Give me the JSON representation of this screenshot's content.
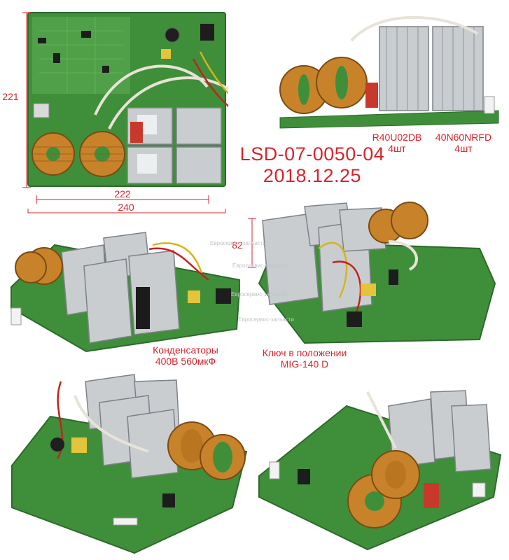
{
  "title": {
    "model": "LSD-07-0050-04",
    "date": "2018.12.25"
  },
  "dimensions": {
    "height": "221",
    "inner_width": "222",
    "outer_width": "240",
    "side_height": "82"
  },
  "transistors": [
    {
      "part": "R40U02DB",
      "qty": "4шт"
    },
    {
      "part": "40N60NRFD",
      "qty": "4шт"
    }
  ],
  "capacitors": {
    "line1": "Конденсаторы",
    "line2": "400В 560мкФ"
  },
  "switch": {
    "line1": "Ключ в положении",
    "line2": "MIG-140 D"
  },
  "watermark": "Евросервис-запчасти",
  "colors": {
    "accent": "#d8232a",
    "pcb": "#3f8f3a",
    "heatsink": "#c9cdd0",
    "copper": "#c8832a"
  }
}
